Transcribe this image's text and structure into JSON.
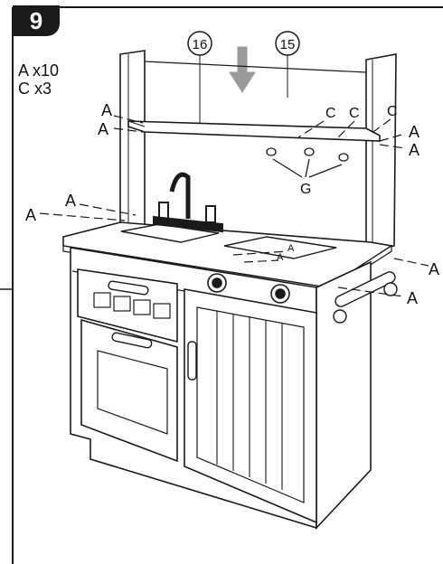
{
  "step": {
    "number": "9"
  },
  "parts_list": [
    {
      "text": "A x10"
    },
    {
      "text": "C x3"
    }
  ],
  "callouts": {
    "part_16": "16",
    "part_15": "15"
  },
  "labels": {
    "A": "A",
    "C": "C",
    "G": "G"
  },
  "colors": {
    "line": "#1a1a1a",
    "arrow": "#9a9a9a",
    "badge_bg": "#1a1a1a"
  }
}
